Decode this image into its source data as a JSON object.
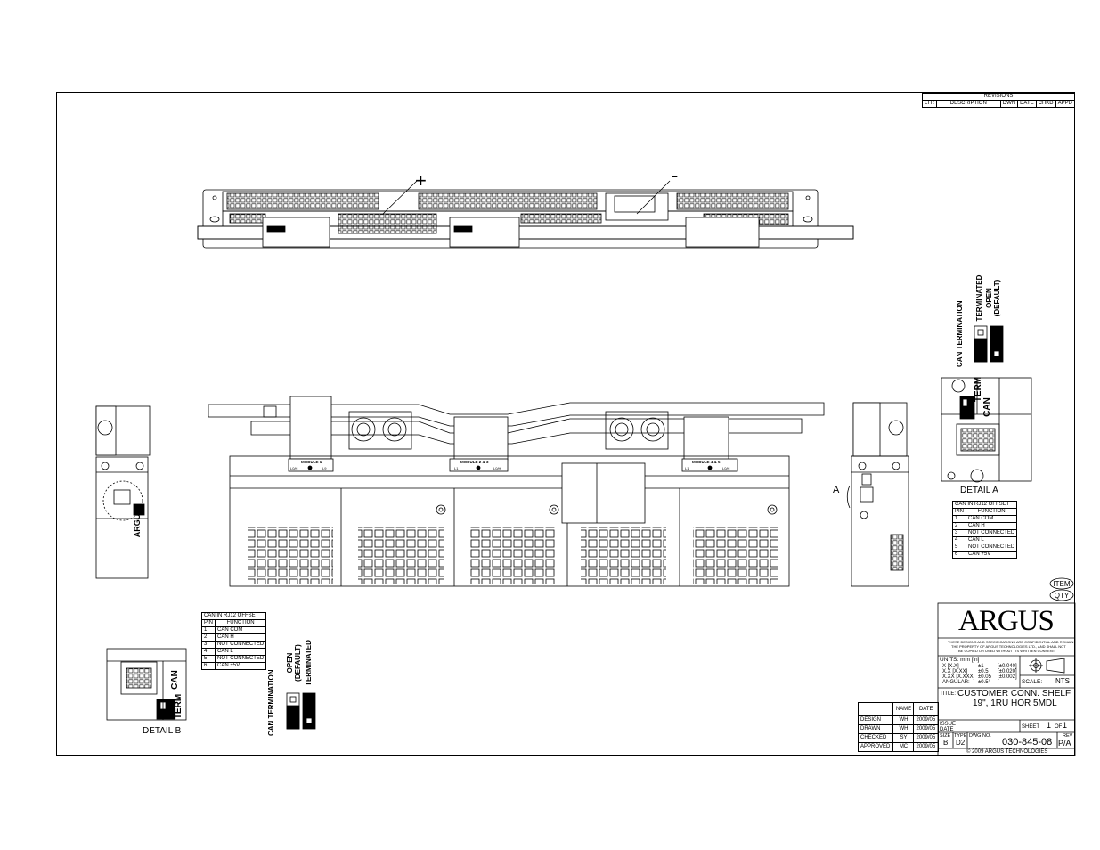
{
  "revisions": {
    "title": "REVISIONS",
    "headers": [
      "LTR",
      "DESCRIPTION",
      "DWN",
      "DATE",
      "CHKD",
      "APPD"
    ]
  },
  "polarity": {
    "plus": "+",
    "minus": "-"
  },
  "modules": {
    "m1": {
      "title": "MODULE 1",
      "left": "L0/H",
      "right": "L9"
    },
    "m2": {
      "title": "MODULE 2 & 3",
      "left": "L1",
      "right": "L0/H"
    },
    "m3": {
      "title": "MODULE 4 & 5",
      "left": "L1",
      "right": "L0/H"
    }
  },
  "can_table": {
    "title": "CAN IN RJ12 OFFSET",
    "headers": [
      "PIN",
      "FUNCTION"
    ],
    "rows": [
      [
        "1",
        "CAN COM"
      ],
      [
        "2",
        "CAN H"
      ],
      [
        "3",
        "NOT CONNECTED"
      ],
      [
        "4",
        "CAN L"
      ],
      [
        "5",
        "NOT CONNECTED"
      ],
      [
        "6",
        "CAN +5V"
      ]
    ]
  },
  "switch": {
    "can_termination": "CAN TERMINATION",
    "terminated": "TERMINATED",
    "open_line1": "OPEN",
    "open_line2": "(DEFAULT)"
  },
  "detail_a": {
    "label": "DETAIL A",
    "callout": "A",
    "can": "CAN",
    "term": "TERM"
  },
  "detail_b": {
    "label": "DETAIL B",
    "can": "CAN",
    "term": "TERM"
  },
  "side_brand": "ARGUS",
  "item_qty": {
    "item": "ITEM",
    "qty": "QTY"
  },
  "title_block": {
    "logo": "ARGUS",
    "confidential": [
      "THESE DESIGNS AND SPECIFICATIONS ARE CONFIDENTIAL AND REMAIN",
      "THE PROPERTY OF ARGUS TECHNOLOGIES LTD., AND SHALL NOT",
      "BE COPIED OR USED WITHOUT ITS WRITTEN CONSENT"
    ],
    "units_label": "UNITS: mm [in]",
    "tolerances": [
      [
        "X [X.X]",
        "±1",
        "[±0.040]"
      ],
      [
        "X.X [X.XX]",
        "±0.5",
        "[±0.020]"
      ],
      [
        "X.XX [X.XXX]",
        "±0.05",
        "[±0.002]"
      ],
      [
        "ANGULAR:",
        "±0.5°",
        ""
      ]
    ],
    "scale_label": "SCALE:",
    "scale_value": "NTS",
    "title_label": "TITLE:",
    "title_line1": "CUSTOMER CONN. SHELF",
    "title_line2": "19\", 1RU HOR 5MDL",
    "issue_label": "ISSUE",
    "date_label": "DATE",
    "sheet_label": "SHEET",
    "sheet_num": "1",
    "of_label": "OF",
    "sheet_total": "1",
    "size_label": "SIZE",
    "size_value": "B",
    "type_label": "TYPE",
    "type_value": "D2",
    "dwg_label": "DWG NO.",
    "dwg_value": "030-845-08",
    "rev_label": "REV",
    "rev_value": "P/A",
    "copyright": "© 2009 ARGUS TECHNOLOGIES"
  },
  "approvals": {
    "headers": [
      "",
      "NAME",
      "DATE"
    ],
    "rows": [
      [
        "DESIGN",
        "WH",
        "2009/05"
      ],
      [
        "DRAWN",
        "WH",
        "2009/05"
      ],
      [
        "CHECKED",
        "SY",
        "2009/05"
      ],
      [
        "APPROVED",
        "MC",
        "2009/05"
      ]
    ]
  }
}
